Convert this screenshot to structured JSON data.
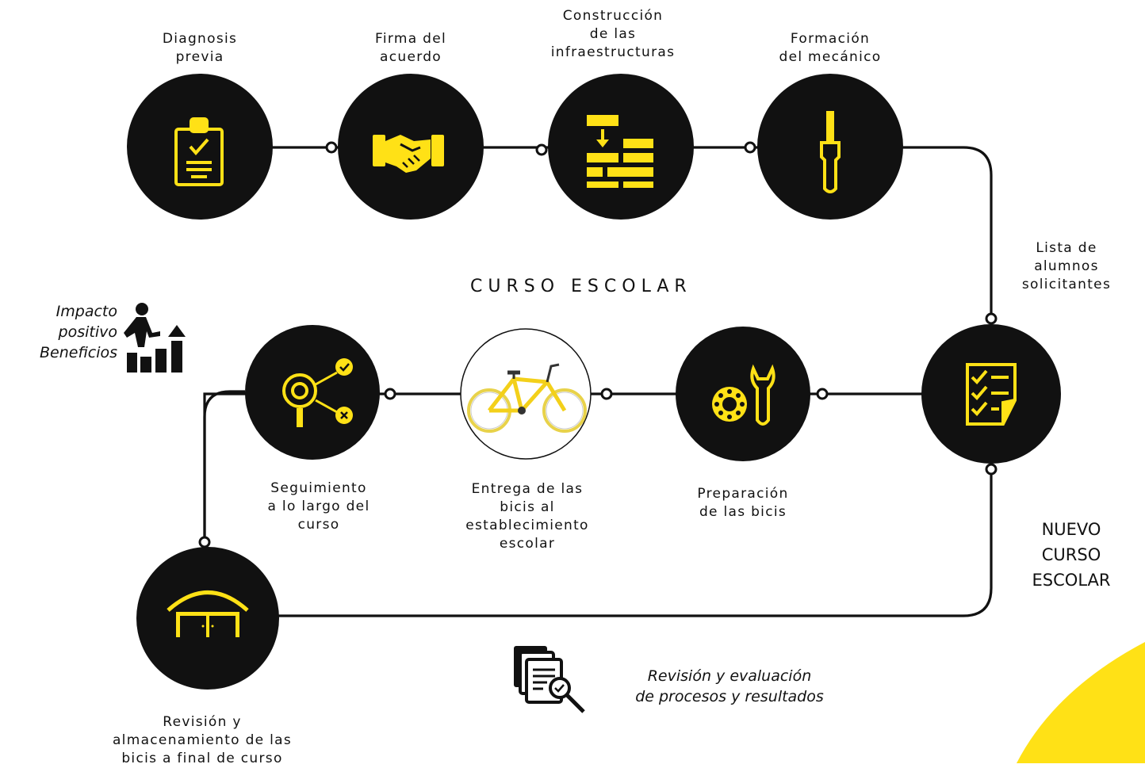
{
  "steps": {
    "diagnosis": [
      "Diagnosis",
      "previa"
    ],
    "agreement": [
      "Firma del",
      "acuerdo"
    ],
    "construction": [
      "Construcción",
      "de las",
      "infraestructuras"
    ],
    "training": [
      "Formación",
      "del mecánico"
    ],
    "students": [
      "Lista de",
      "alumnos",
      "solicitantes"
    ],
    "preparation": [
      "Preparación",
      "de las bicis"
    ],
    "delivery": [
      "Entrega de las",
      "bicis al",
      "establecimiento",
      "escolar"
    ],
    "followup": [
      "Seguimiento",
      "a lo largo del",
      "curso"
    ],
    "storage": [
      "Revisión y",
      "almacenamiento de las",
      "bicis a final de curso"
    ]
  },
  "center_title": "CURSO ESCOLAR",
  "new_year": [
    "NUEVO",
    "CURSO",
    "ESCOLAR"
  ],
  "impact": [
    "Impacto",
    "positivo",
    "Beneficios"
  ],
  "review": [
    "Revisión y evaluación",
    "de procesos y resultados"
  ],
  "colors": {
    "accent": "#FFE116",
    "circle": "#111111",
    "line": "#111111"
  },
  "icons": {
    "diagnosis": "clipboard-check-icon",
    "agreement": "handshake-icon",
    "construction": "brick-wall-icon",
    "training": "screwdriver-icon",
    "students": "checklist-icon",
    "preparation": "gear-wrench-icon",
    "delivery": "bicycle-image",
    "followup": "gear-magnifier-icon",
    "storage": "garage-icon",
    "impact": "person-stairs-growth-icon",
    "review": "documents-magnifier-icon"
  }
}
